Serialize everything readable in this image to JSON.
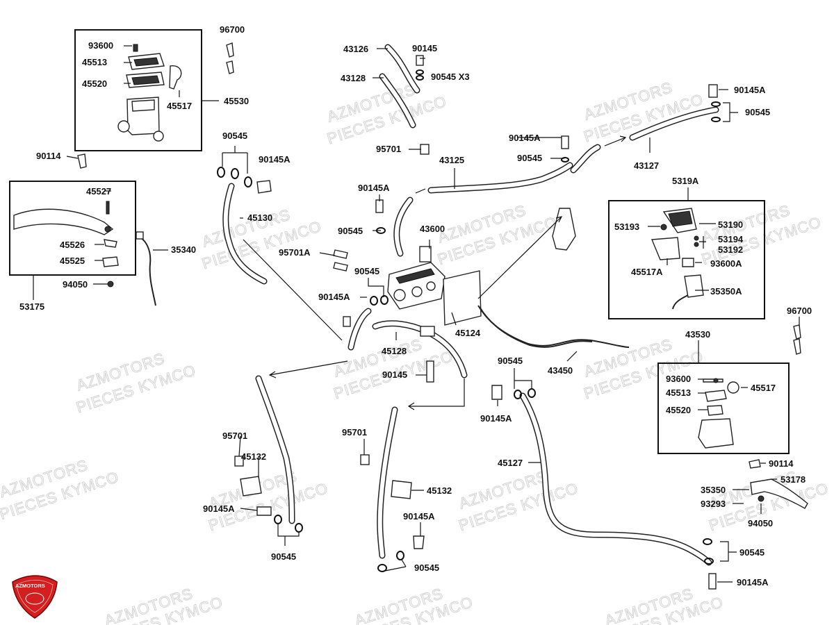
{
  "watermark": {
    "line1": "AZMOTORS",
    "line2": "PIECES KYMCO"
  },
  "logo": {
    "text": "AZMOTORS",
    "color": "#d31f1f"
  },
  "labels": {
    "l93600a": "93600",
    "l45513a": "45513",
    "l45520a": "45520",
    "l45517a": "45517",
    "l45530": "45530",
    "l96700a": "96700",
    "l90114a": "90114",
    "l45527": "45527",
    "l45526": "45526",
    "l45525": "45525",
    "l94050a": "94050",
    "l53175": "53175",
    "l35340": "35340",
    "l90545a": "90545",
    "l90145Aa": "90145A",
    "l45130": "45130",
    "l43126": "43126",
    "l43128": "43128",
    "l90145a": "90145",
    "l90545x3": "90545 X3",
    "l95701a": "95701",
    "l43125": "43125",
    "l90145Ab": "90145A",
    "l90545b": "90545",
    "l43600": "43600",
    "l95701A": "95701A",
    "l90545c": "90545",
    "l90145Ac": "90145A",
    "l45124": "45124",
    "l45128": "45128",
    "l90145b": "90145",
    "l90145Ad": "90145A",
    "l90545d": "90545",
    "l43127": "43127",
    "l90145Ae": "90145A",
    "l90545e": "90545",
    "l5319A": "5319A",
    "l53193a": "53193",
    "l53190": "53190",
    "l53194": "53194",
    "l53192": "53192",
    "l45517A": "45517A",
    "l93600A": "93600A",
    "l35350A": "35350A",
    "l96700b": "96700",
    "l43530": "43530",
    "l43450": "43450",
    "l93600b": "93600",
    "l45513b": "45513",
    "l45517b": "45517",
    "l45520b": "45520",
    "l90545f": "90545",
    "l90145Af": "90145A",
    "l95701b": "95701",
    "l45132a": "45132",
    "l90145Ag": "90145A",
    "l90545g": "90545",
    "l95701c": "95701",
    "l45132b": "45132",
    "l90145Ah": "90145A",
    "l90545h": "90545",
    "l45127": "45127",
    "l90114b": "90114",
    "l35350": "35350",
    "l53178": "53178",
    "l93293": "93293",
    "l94050b": "94050",
    "l90545i": "90545",
    "l90145Ai": "90145A"
  }
}
